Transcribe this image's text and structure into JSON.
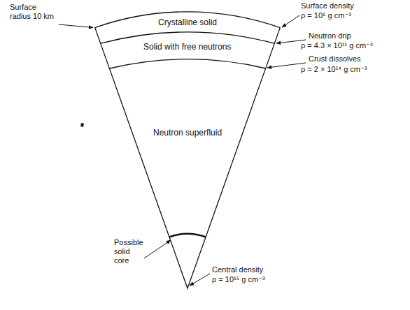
{
  "diagram": {
    "nodes": [
      {
        "text": [
          "Crystalline solid"
        ]
      },
      {
        "text": [
          "Solid with free neutrons"
        ]
      },
      {
        "text": [
          "Neutron superfluid"
        ]
      }
    ],
    "labels": [
      "Surface radius 10 km",
      "Surface density",
      "ρ = 10⁶ g cm⁻³",
      "Neutron drip",
      "ρ = 4.3 × 10¹¹ g cm⁻³",
      "Crust dissolves",
      "ρ = 2 × 10¹⁴ g cm⁻³",
      "Possible solid core",
      "Central density",
      "ρ = 10¹⁵ g cm⁻³"
    ]
  }
}
